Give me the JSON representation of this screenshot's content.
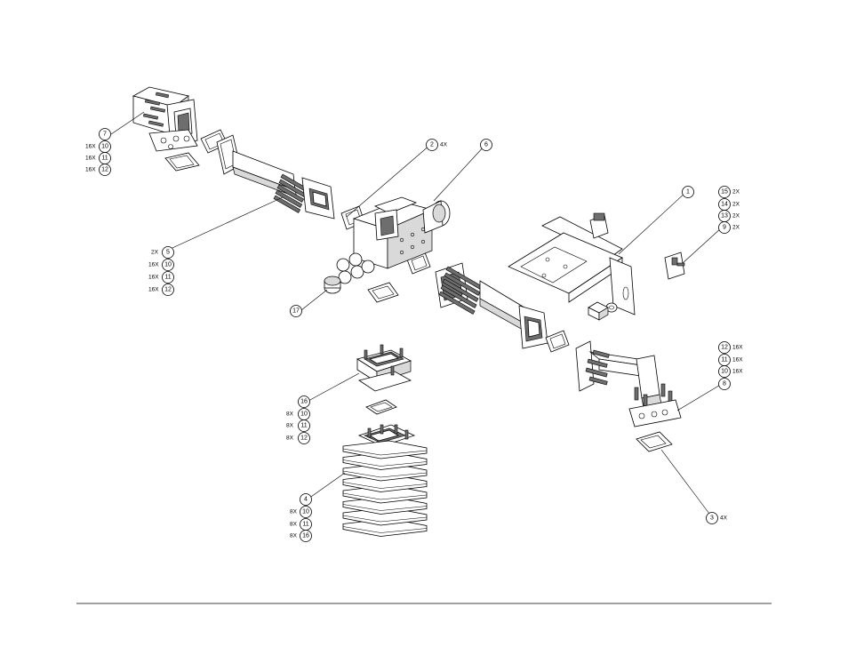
{
  "callouts": [
    {
      "id": "c7",
      "num": "7",
      "qty": ""
    },
    {
      "id": "c10a",
      "num": "10",
      "qty": "16X"
    },
    {
      "id": "c11a",
      "num": "11",
      "qty": "16X"
    },
    {
      "id": "c12a",
      "num": "12",
      "qty": "16X"
    },
    {
      "id": "c5",
      "num": "5",
      "qty": "2X"
    },
    {
      "id": "c10b",
      "num": "10",
      "qty": "16X"
    },
    {
      "id": "c11b",
      "num": "11",
      "qty": "16X"
    },
    {
      "id": "c12b",
      "num": "12",
      "qty": "16X"
    },
    {
      "id": "c2",
      "num": "2",
      "qty": "4X"
    },
    {
      "id": "c6",
      "num": "6",
      "qty": ""
    },
    {
      "id": "c1",
      "num": "1",
      "qty": ""
    },
    {
      "id": "c15",
      "num": "15",
      "qty": "2X"
    },
    {
      "id": "c14",
      "num": "14",
      "qty": "2X"
    },
    {
      "id": "c13",
      "num": "13",
      "qty": "2X"
    },
    {
      "id": "c9",
      "num": "9",
      "qty": "2X"
    },
    {
      "id": "c17",
      "num": "17",
      "qty": ""
    },
    {
      "id": "c12c",
      "num": "12",
      "qty": "16X"
    },
    {
      "id": "c11c",
      "num": "11",
      "qty": "16X"
    },
    {
      "id": "c10c",
      "num": "10",
      "qty": "16X"
    },
    {
      "id": "c8",
      "num": "8",
      "qty": ""
    },
    {
      "id": "c16",
      "num": "16",
      "qty": ""
    },
    {
      "id": "c10d",
      "num": "10",
      "qty": "8X"
    },
    {
      "id": "c11d",
      "num": "11",
      "qty": "8X"
    },
    {
      "id": "c12d",
      "num": "12",
      "qty": "8X"
    },
    {
      "id": "c4",
      "num": "4",
      "qty": ""
    },
    {
      "id": "c10e",
      "num": "10",
      "qty": "8X"
    },
    {
      "id": "c11e",
      "num": "11",
      "qty": "8X"
    },
    {
      "id": "c16b",
      "num": "16",
      "qty": "8X"
    },
    {
      "id": "c3",
      "num": "3",
      "qty": "4X"
    }
  ]
}
